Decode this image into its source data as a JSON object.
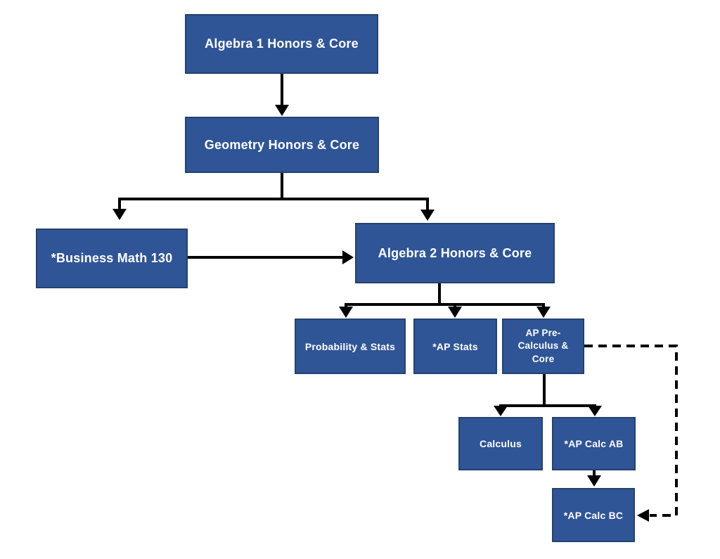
{
  "diagram": {
    "background_color": "#FFFFFF",
    "box_fill_color": "#2F5597",
    "box_border_color": "#24426F",
    "box_text_color": "#FFFFFF",
    "arrow_color": "#000000",
    "nodes": {
      "algebra1": {
        "label": "Algebra 1 Honors & Core"
      },
      "geometry": {
        "label": "Geometry Honors & Core"
      },
      "business_math": {
        "label": "*Business Math 130"
      },
      "algebra2": {
        "label": "Algebra 2 Honors & Core"
      },
      "prob_stats": {
        "label": "Probability & Stats"
      },
      "ap_stats": {
        "label": "*AP Stats"
      },
      "ap_precalc": {
        "label": "AP Pre-\nCalculus  &\nCore"
      },
      "calculus": {
        "label": "Calculus"
      },
      "ap_calc_ab": {
        "label": "*AP Calc AB"
      },
      "ap_calc_bc": {
        "label": "*AP Calc BC"
      }
    },
    "edges": [
      {
        "from": "algebra1",
        "to": "geometry",
        "style": "solid"
      },
      {
        "from": "geometry",
        "to": "business_math",
        "style": "solid"
      },
      {
        "from": "geometry",
        "to": "algebra2",
        "style": "solid"
      },
      {
        "from": "business_math",
        "to": "algebra2",
        "style": "solid"
      },
      {
        "from": "algebra2",
        "to": "prob_stats",
        "style": "solid"
      },
      {
        "from": "algebra2",
        "to": "ap_stats",
        "style": "solid"
      },
      {
        "from": "algebra2",
        "to": "ap_precalc",
        "style": "solid"
      },
      {
        "from": "ap_precalc",
        "to": "calculus",
        "style": "solid"
      },
      {
        "from": "ap_precalc",
        "to": "ap_calc_ab",
        "style": "solid"
      },
      {
        "from": "ap_calc_ab",
        "to": "ap_calc_bc",
        "style": "solid"
      },
      {
        "from": "ap_precalc",
        "to": "ap_calc_bc",
        "style": "dashed"
      }
    ]
  }
}
